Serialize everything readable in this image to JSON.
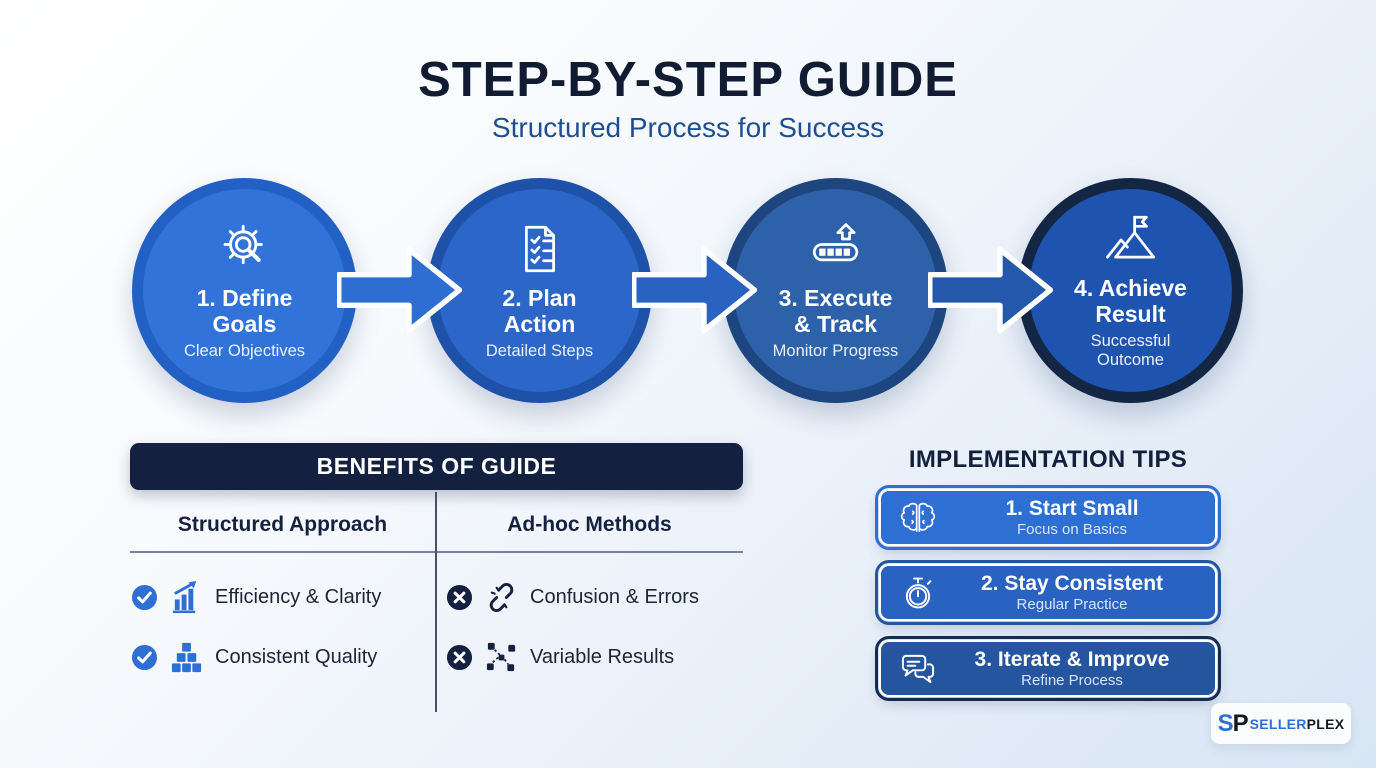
{
  "page": {
    "title": "STEP-BY-STEP GUIDE",
    "subtitle": "Structured Process for Success"
  },
  "colors": {
    "accent_blue": "#2e6fd4",
    "deep_blue": "#1e53b0",
    "dark_navy": "#13203f",
    "subtitle_blue": "#1d4f94",
    "background_tint": "#d8e5f4"
  },
  "steps": [
    {
      "icon": "gear-search-icon",
      "title": "1. Define\nGoals",
      "subtitle": "Clear Objectives"
    },
    {
      "icon": "checklist-document-icon",
      "title": "2. Plan\nAction",
      "subtitle": "Detailed Steps"
    },
    {
      "icon": "progress-upload-icon",
      "title": "3. Execute\n& Track",
      "subtitle": "Monitor Progress"
    },
    {
      "icon": "mountain-flag-icon",
      "title": "4. Achieve\nResult",
      "subtitle": "Successful\nOutcome"
    }
  ],
  "benefits": {
    "header": "BENEFITS OF GUIDE",
    "columns": [
      {
        "header": "Structured Approach",
        "rows": [
          {
            "status_icon": "check-circle-icon",
            "icon": "bar-chart-growth-icon",
            "label": "Efficiency & Clarity"
          },
          {
            "status_icon": "check-circle-icon",
            "icon": "stacked-boxes-icon",
            "label": "Consistent Quality"
          }
        ]
      },
      {
        "header": "Ad-hoc Methods",
        "rows": [
          {
            "status_icon": "x-circle-icon",
            "icon": "broken-link-icon",
            "label": "Confusion & Errors"
          },
          {
            "status_icon": "x-circle-icon",
            "icon": "scattered-squares-icon",
            "label": "Variable Results"
          }
        ]
      }
    ]
  },
  "tips": {
    "header": "IMPLEMENTATION TIPS",
    "items": [
      {
        "icon": "brain-icon",
        "title": "1. Start Small",
        "subtitle": "Focus on Basics"
      },
      {
        "icon": "stopwatch-icon",
        "title": "2. Stay Consistent",
        "subtitle": "Regular Practice"
      },
      {
        "icon": "chat-bubbles-icon",
        "title": "3. Iterate & Improve",
        "subtitle": "Refine Process"
      }
    ]
  },
  "logo": {
    "monogram_s": "S",
    "monogram_p": "P",
    "name_blue": "SELLER",
    "name_dark": "PLEX"
  }
}
